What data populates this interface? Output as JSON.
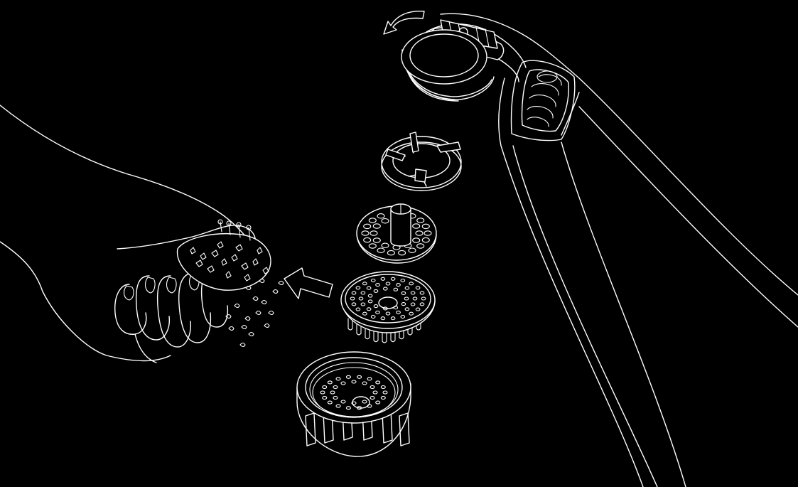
{
  "colors": {
    "background": "#000000",
    "line": "#ffffff"
  },
  "icons": {
    "rotation_arrow": "counterclockwise-arrow-icon",
    "direction_arrow": "left-arrow-icon"
  },
  "parts": [
    {
      "name": "garlic-press-handle"
    },
    {
      "name": "threaded-cap-top"
    },
    {
      "name": "blade-holder-ring"
    },
    {
      "name": "cutting-disc"
    },
    {
      "name": "grating-disc-with-pins"
    },
    {
      "name": "screw-cap-with-grips"
    }
  ],
  "hand": {
    "name": "hand-cleaning-disc",
    "debris": "garlic-fragments"
  }
}
